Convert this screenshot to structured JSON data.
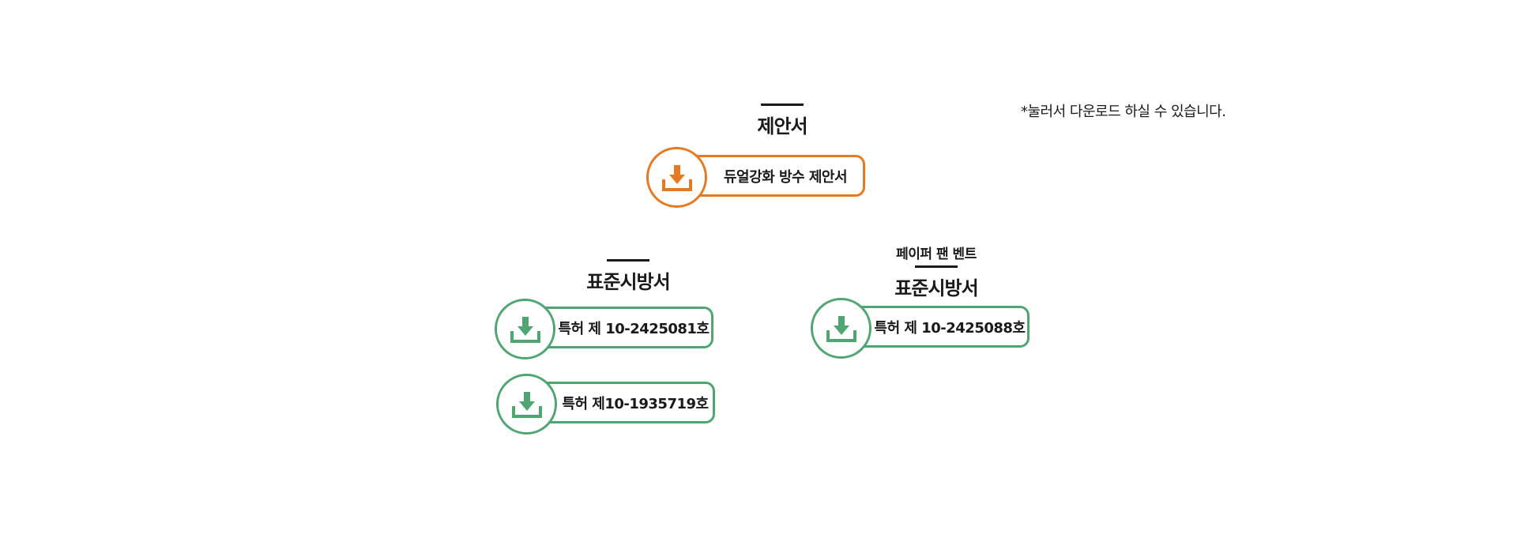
{
  "note": "*눌러서 다운로드 하실 수 있습니다.",
  "proposal": {
    "title": "제안서",
    "items": [
      {
        "label": "듀얼강화 방수 제안서"
      }
    ]
  },
  "standard_left": {
    "title": "표준시방서",
    "items": [
      {
        "label": "특허 제 10-2425081호"
      },
      {
        "label": "특허 제10-1935719호"
      }
    ]
  },
  "standard_right": {
    "subtitle": "페이퍼 팬 벤트",
    "title": "표준시방서",
    "items": [
      {
        "label": "특허 제 10-2425088호"
      }
    ]
  },
  "colors": {
    "orange": "#e67a22",
    "green": "#4fa673"
  },
  "icons": {
    "download": "download-icon"
  }
}
